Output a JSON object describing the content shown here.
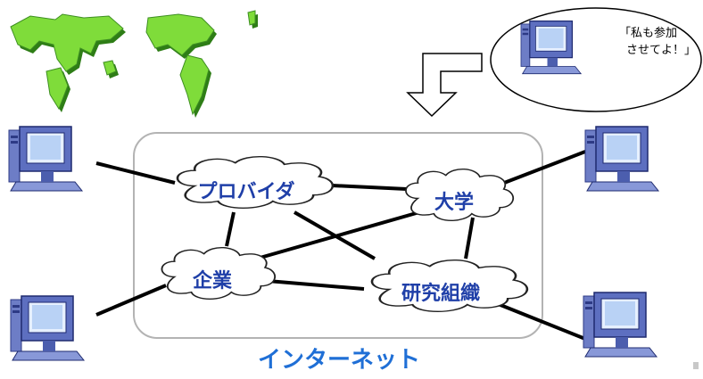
{
  "diagram": {
    "network_label": "インターネット",
    "clouds": {
      "provider": "プロバイダ",
      "university": "大学",
      "company": "企業",
      "research": "研究組織"
    },
    "speech": {
      "line1": "「私も参加",
      "line2": "させてよ！」"
    }
  },
  "colors": {
    "map_green": "#7fdc3a",
    "map_shadow": "#2e7d16",
    "cloud_text": "#1f3fa8",
    "network_label": "#1f6fd6",
    "computer_blue": "#4a5fb3",
    "network_frame": "#b3b3b3"
  },
  "icons": [
    "world-map-icon",
    "computer-icon",
    "down-arrow-icon",
    "cloud-icon"
  ]
}
